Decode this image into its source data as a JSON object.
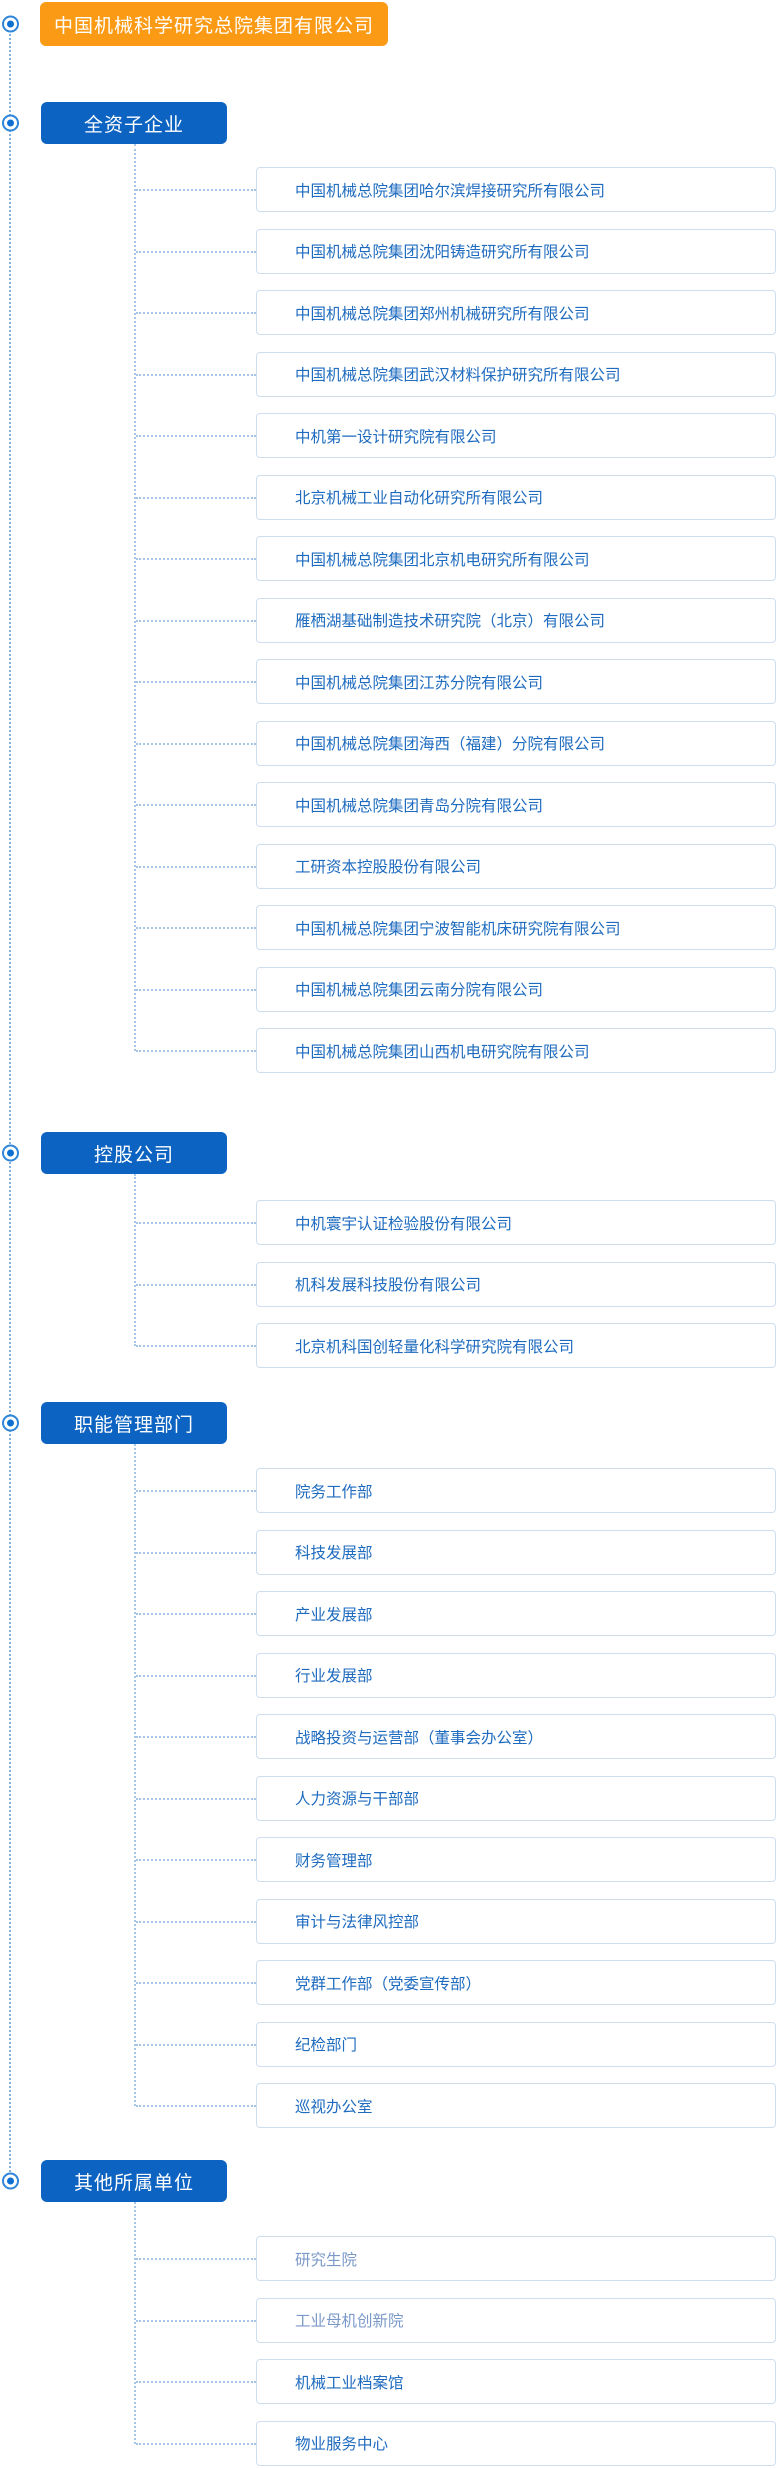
{
  "colors": {
    "root_bg": "#fa9a15",
    "section_bg": "#0d63c1",
    "item_text": "#1e6bbf",
    "item_text_visited": "#7b99c8",
    "item_border": "#cfdeee",
    "connector": "#7fb0e0",
    "connector_light": "#a6c6e8",
    "node_ring": "#2f86d9",
    "node_dot": "#0d6fd0",
    "header_text": "#ffffff"
  },
  "root": {
    "label": "中国机械科学研究总院集团有限公司"
  },
  "sections": [
    {
      "label": "全资子企业",
      "items": [
        {
          "label": "中国机械总院集团哈尔滨焊接研究所有限公司"
        },
        {
          "label": "中国机械总院集团沈阳铸造研究所有限公司"
        },
        {
          "label": "中国机械总院集团郑州机械研究所有限公司"
        },
        {
          "label": "中国机械总院集团武汉材料保护研究所有限公司"
        },
        {
          "label": "中机第一设计研究院有限公司"
        },
        {
          "label": "北京机械工业自动化研究所有限公司"
        },
        {
          "label": "中国机械总院集团北京机电研究所有限公司"
        },
        {
          "label": "雁栖湖基础制造技术研究院（北京）有限公司"
        },
        {
          "label": "中国机械总院集团江苏分院有限公司"
        },
        {
          "label": "中国机械总院集团海西（福建）分院有限公司"
        },
        {
          "label": "中国机械总院集团青岛分院有限公司"
        },
        {
          "label": "工研资本控股股份有限公司"
        },
        {
          "label": "中国机械总院集团宁波智能机床研究院有限公司"
        },
        {
          "label": "中国机械总院集团云南分院有限公司"
        },
        {
          "label": "中国机械总院集团山西机电研究院有限公司"
        }
      ]
    },
    {
      "label": "控股公司",
      "items": [
        {
          "label": "中机寰宇认证检验股份有限公司"
        },
        {
          "label": "机科发展科技股份有限公司"
        },
        {
          "label": "北京机科国创轻量化科学研究院有限公司"
        }
      ]
    },
    {
      "label": "职能管理部门",
      "items": [
        {
          "label": "院务工作部"
        },
        {
          "label": "科技发展部"
        },
        {
          "label": "产业发展部"
        },
        {
          "label": "行业发展部"
        },
        {
          "label": "战略投资与运营部（董事会办公室）"
        },
        {
          "label": "人力资源与干部部"
        },
        {
          "label": "财务管理部"
        },
        {
          "label": "审计与法律风控部"
        },
        {
          "label": "党群工作部（党委宣传部）"
        },
        {
          "label": "纪检部门"
        },
        {
          "label": "巡视办公室"
        }
      ]
    },
    {
      "label": "其他所属单位",
      "items": [
        {
          "label": "研究生院",
          "muted": true
        },
        {
          "label": "工业母机创新院",
          "muted": true
        },
        {
          "label": "机械工业档案馆"
        },
        {
          "label": "物业服务中心"
        }
      ]
    }
  ]
}
